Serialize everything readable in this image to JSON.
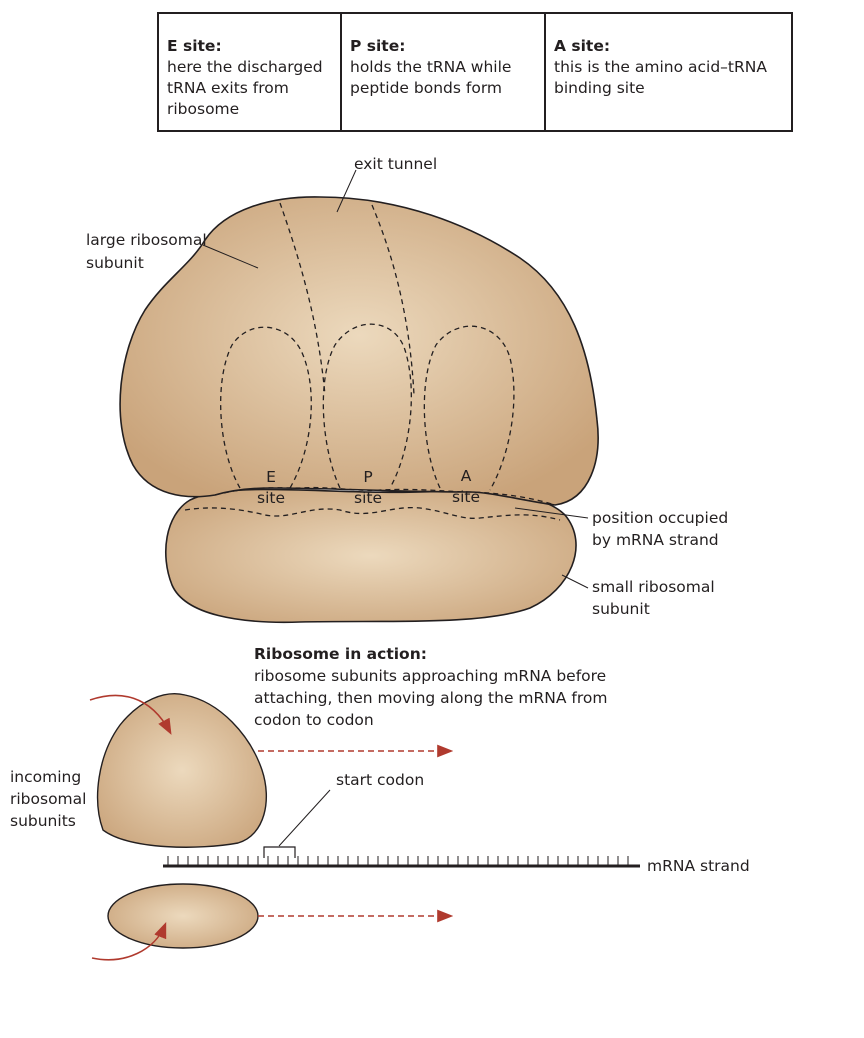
{
  "sites_table": [
    {
      "heading": "E site:",
      "text": "here the discharged\ntRNA exits from\nribosome"
    },
    {
      "heading": "P site:",
      "text": "holds the tRNA while\npeptide bonds form"
    },
    {
      "heading": "A site:",
      "text": "this is the amino acid–tRNA\nbinding site"
    }
  ],
  "labels": {
    "exit_tunnel": "exit tunnel",
    "large_subunit": [
      "large ribosomal",
      "subunit"
    ],
    "e_site": [
      "E",
      "site"
    ],
    "p_site": [
      "P",
      "site"
    ],
    "a_site": [
      "A",
      "site"
    ],
    "mrna_position": [
      "position occupied",
      "by mRNA strand"
    ],
    "small_subunit": [
      "small ribosomal",
      "subunit"
    ],
    "incoming": [
      "incoming",
      "ribosomal",
      "subunits"
    ],
    "start_codon": "start codon",
    "mrna_strand": "mRNA strand"
  },
  "action_caption": {
    "heading": "Ribosome in action:",
    "text": "ribosome subunits approaching mRNA before\nattaching, then moving along the mRNA from\ncodon to codon"
  },
  "colors": {
    "subunit_fill_center": "#ead6b8",
    "subunit_fill_edge": "#c9a37a",
    "arrow": "#b03a2e",
    "outline": "#231f20"
  }
}
